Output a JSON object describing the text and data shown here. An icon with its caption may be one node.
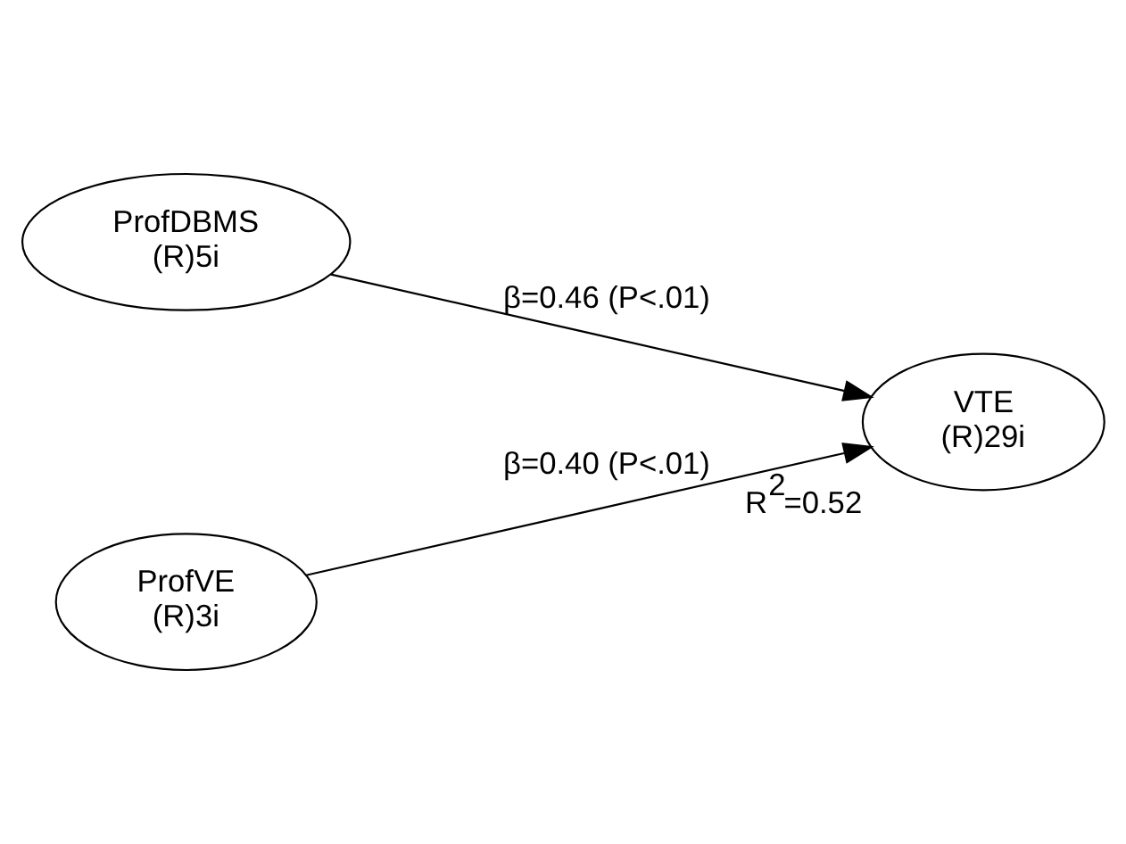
{
  "diagram": {
    "nodes": [
      {
        "text": [
          "ProfDBMS",
          "(R)5i"
        ]
      },
      {
        "text": [
          "ProfVE",
          "(R)3i"
        ]
      },
      {
        "text": [
          "VTE",
          "(R)29i"
        ],
        "beside": [
          "R$^{2}$=0.52"
        ]
      }
    ],
    "edges": [
      {
        "from": 0,
        "to": 2,
        "arrow": "to",
        "label": "β=0.46 (P<.01)"
      },
      {
        "from": 1,
        "to": 2,
        "arrow": "to",
        "label": "β=0.40 (P<.01)"
      }
    ]
  }
}
